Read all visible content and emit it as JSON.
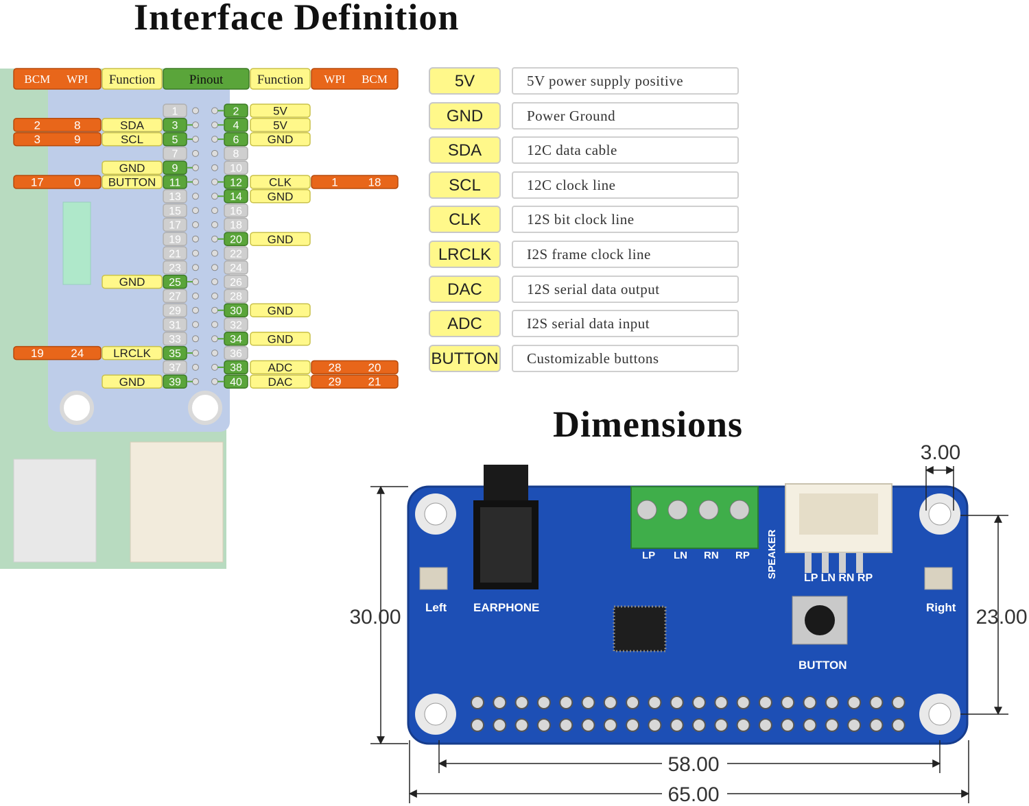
{
  "titles": {
    "interface": "Interface Definition",
    "dimensions": "Dimensions"
  },
  "pin_header": {
    "bcm": "BCM",
    "wpi": "WPI",
    "function": "Function",
    "pinout": "Pinout"
  },
  "pins": [
    {
      "n": "1"
    },
    {
      "n": "2",
      "func": "5V"
    },
    {
      "n": "3",
      "func": "SDA",
      "bcm": "2",
      "wpi": "8"
    },
    {
      "n": "4",
      "func": "5V"
    },
    {
      "n": "5",
      "func": "SCL",
      "bcm": "3",
      "wpi": "9"
    },
    {
      "n": "6",
      "func": "GND"
    },
    {
      "n": "7"
    },
    {
      "n": "8"
    },
    {
      "n": "9",
      "func": "GND"
    },
    {
      "n": "10"
    },
    {
      "n": "11",
      "func": "BUTTON",
      "bcm": "17",
      "wpi": "0"
    },
    {
      "n": "12",
      "func": "CLK",
      "bcm": "18",
      "wpi": "1"
    },
    {
      "n": "13"
    },
    {
      "n": "14",
      "func": "GND"
    },
    {
      "n": "15"
    },
    {
      "n": "16"
    },
    {
      "n": "17"
    },
    {
      "n": "18"
    },
    {
      "n": "19"
    },
    {
      "n": "20",
      "func": "GND"
    },
    {
      "n": "21"
    },
    {
      "n": "22"
    },
    {
      "n": "23"
    },
    {
      "n": "24"
    },
    {
      "n": "25",
      "func": "GND"
    },
    {
      "n": "26"
    },
    {
      "n": "27"
    },
    {
      "n": "28"
    },
    {
      "n": "29"
    },
    {
      "n": "30",
      "func": "GND"
    },
    {
      "n": "31"
    },
    {
      "n": "32"
    },
    {
      "n": "33"
    },
    {
      "n": "34",
      "func": "GND"
    },
    {
      "n": "35",
      "func": "LRCLK",
      "bcm": "19",
      "wpi": "24"
    },
    {
      "n": "36"
    },
    {
      "n": "37"
    },
    {
      "n": "38",
      "func": "ADC",
      "bcm": "20",
      "wpi": "28"
    },
    {
      "n": "39",
      "func": "GND"
    },
    {
      "n": "40",
      "func": "DAC",
      "bcm": "21",
      "wpi": "29"
    }
  ],
  "definitions": [
    {
      "term": "5V",
      "desc": "5V power supply positive"
    },
    {
      "term": "GND",
      "desc": "Power Ground"
    },
    {
      "term": "SDA",
      "desc": "12C data cable"
    },
    {
      "term": "SCL",
      "desc": "12C clock line"
    },
    {
      "term": "CLK",
      "desc": "12S bit clock line"
    },
    {
      "term": "LRCLK",
      "desc": "I2S frame clock line"
    },
    {
      "term": "DAC",
      "desc": "12S serial data output"
    },
    {
      "term": "ADC",
      "desc": "I2S serial data input"
    },
    {
      "term": "BUTTON",
      "desc": "Customizable buttons"
    }
  ],
  "board_labels": {
    "earphone": "EARPHONE",
    "left": "Left",
    "right": "Right",
    "speaker": "SPEAKER",
    "button": "BUTTON",
    "terminals": [
      "LP",
      "LN",
      "RN",
      "RP"
    ],
    "connector": "LP LN RN RP"
  },
  "dimensions": {
    "hole_diameter": "3.00",
    "height": "30.00",
    "hole_spacing_v": "23.00",
    "hole_spacing_h": "58.00",
    "width": "65.00"
  },
  "colors": {
    "bcm_orange": "#e8661a",
    "function_yellow": "#fff88a",
    "pinout_green": "#5aa53a",
    "pcb_blue": "#1d4fb5"
  }
}
